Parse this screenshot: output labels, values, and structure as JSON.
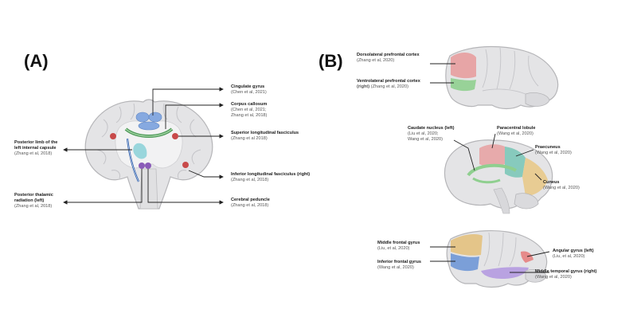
{
  "panels": {
    "a": "(A)",
    "b": "(B)"
  },
  "colors": {
    "brain_fill": "#e4e4e6",
    "brain_outline": "#b5b5b8",
    "sulcus": "#c9c9cc",
    "white_matter": "#f4f4f5",
    "red_dot": "#c84a4a",
    "purple_dot": "#8a5bb8",
    "cingulate_blue": "#86a9e0",
    "callosum_green": "#4f9a5a",
    "cyan_region": "#8fd3d9",
    "fascicle_blue": "#2d5ca8",
    "dlpfc_red": "#e89a9a",
    "vlpfc_green": "#8fcf8f",
    "paracentral_red": "#e8a0a0",
    "praecuneus_teal": "#7cc6b8",
    "cuneus_orange": "#e8c98a",
    "caudate_green": "#9bd39b",
    "mfg_orange": "#e3c17e",
    "ifg_blue": "#6f97d6",
    "angular_red": "#e67f7f",
    "mtg_purple": "#b49ae0"
  },
  "labels_a": {
    "cingulate": {
      "title": "Cingulate gyrus",
      "cite": "(Chen et al, 2021)"
    },
    "callosum": {
      "title": "Corpus callosum",
      "cite": "(Chen et al, 2021;",
      "cite2": "Zhang et al, 2018)"
    },
    "slf": {
      "title": "Superior longitudinal fasciculus",
      "cite": "(Zhang et al 2018)"
    },
    "plic": {
      "title": "Posterior limb of the",
      "title2": "left internal capsule",
      "cite": "(Zhang et al, 2018)"
    },
    "ilf": {
      "title": "Inferior longitudinal fasciculus (right)",
      "cite": "(Zhang et al, 2018)"
    },
    "ptr": {
      "title": "Posterior thalamic",
      "title2": "radiation (left)",
      "cite": "(Zhang et al, 2018)"
    },
    "peduncle": {
      "title": "Cerebral peduncle",
      "cite": "(Zhang et al, 2018)"
    }
  },
  "labels_b": {
    "dlpfc": {
      "title": "Dorsolateral prefrontal cortex",
      "cite": "(Zhang et al, 2020)"
    },
    "vlpfc": {
      "title": "Ventrolateral prefrontal cortex",
      "title2": "(right)",
      "cite": "(Zhang et al, 2020)"
    },
    "caudate": {
      "title": "Caudate nucleus (left)",
      "cite": "(Liu et al, 2020;",
      "cite2": "Wang et al, 2020)"
    },
    "paracentral": {
      "title": "Paracentral lobule",
      "cite": "(Wang et al, 2020)"
    },
    "praecuneus": {
      "title": "Praecuneus",
      "cite": "(Wang et al, 2020)"
    },
    "cuneus": {
      "title": "Cuneus",
      "cite": "(Wang et al, 2020)"
    },
    "mfg": {
      "title": "Middle frontal gyrus",
      "cite": "(Liu, et al, 2020)"
    },
    "ifg": {
      "title": "Inferior frontal gyrus",
      "cite": "(Wang et al, 2020)"
    },
    "angular": {
      "title": "Angular gyrus (left)",
      "cite": "(Liu, et al, 2020)"
    },
    "mtg": {
      "title": "Middle temporal gyrus (right)",
      "cite": "(Wang et al, 2020)"
    }
  }
}
